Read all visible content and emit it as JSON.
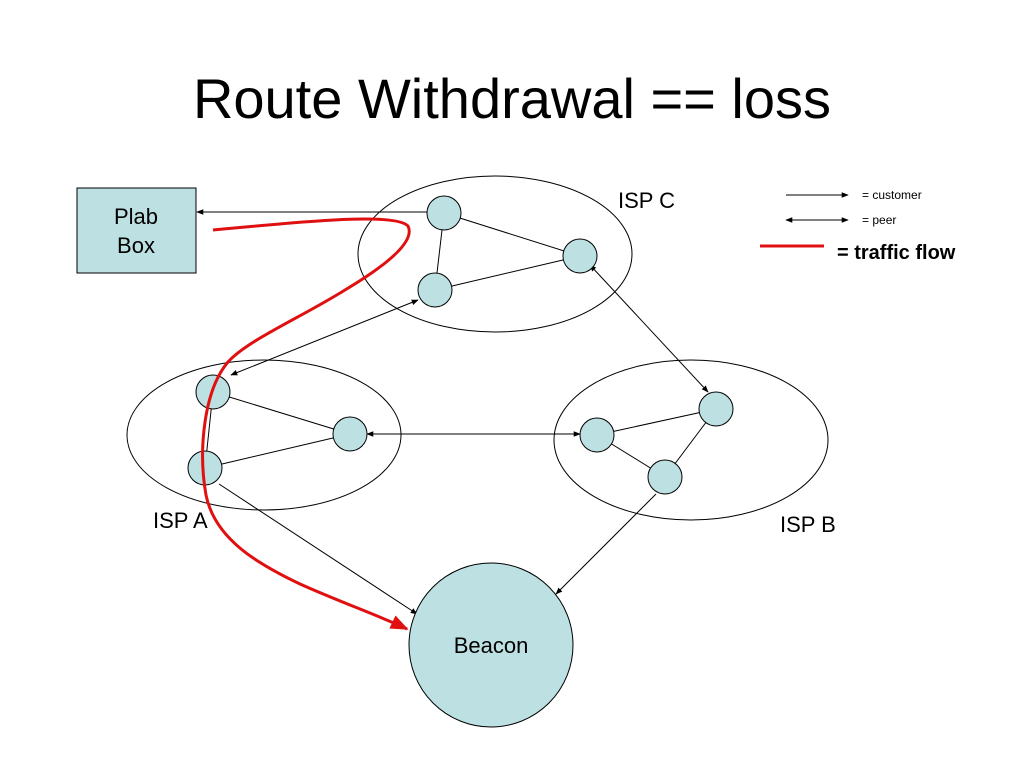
{
  "slide": {
    "title": "Route Withdrawal == loss"
  },
  "colors": {
    "node_fill": "#bde0e3",
    "stroke": "#000000",
    "traffic": "#e01010",
    "background": "#ffffff"
  },
  "nodes": {
    "plab_box": {
      "line1": "Plab",
      "line2": "Box"
    },
    "beacon": {
      "label": "Beacon"
    }
  },
  "isps": {
    "a": {
      "label": "ISP A"
    },
    "b": {
      "label": "ISP B"
    },
    "c": {
      "label": "ISP C"
    }
  },
  "legend": {
    "customer": "= customer",
    "peer": "= peer",
    "traffic_flow": "= traffic flow"
  }
}
